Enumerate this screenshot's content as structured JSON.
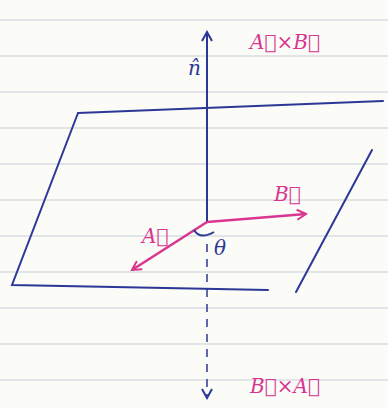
{
  "diagram": {
    "labels": [
      "n̂",
      "A⃗×B⃗",
      "B⃗",
      "A⃗",
      "θ",
      "B⃗×A⃗"
    ]
  }
}
